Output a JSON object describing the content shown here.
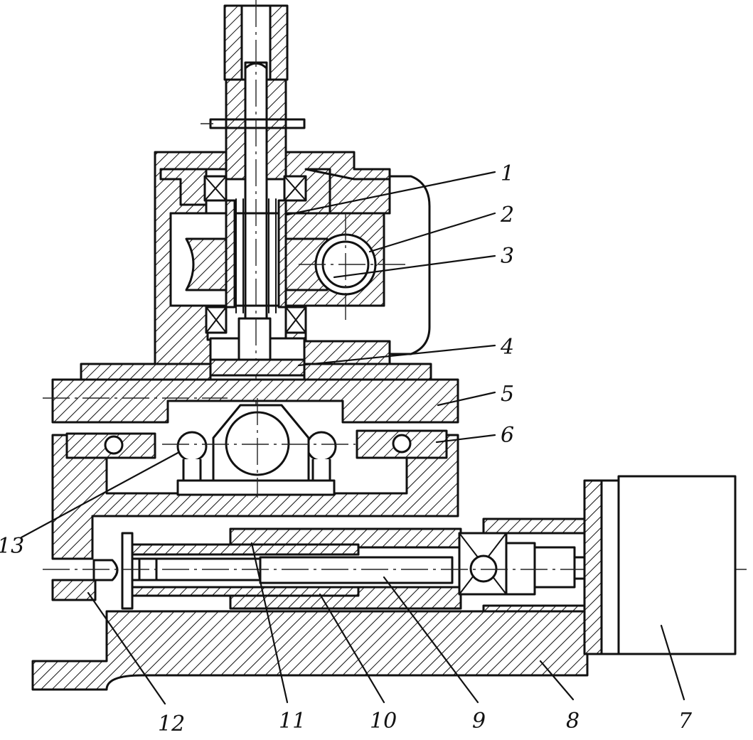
{
  "drawing": {
    "labels": [
      {
        "id": "label-1",
        "text": "1"
      },
      {
        "id": "label-2",
        "text": "2"
      },
      {
        "id": "label-3",
        "text": "3"
      },
      {
        "id": "label-4",
        "text": "4"
      },
      {
        "id": "label-5",
        "text": "5"
      },
      {
        "id": "label-6",
        "text": "6"
      },
      {
        "id": "label-7",
        "text": "7"
      },
      {
        "id": "label-8",
        "text": "8"
      },
      {
        "id": "label-9",
        "text": "9"
      },
      {
        "id": "label-10",
        "text": "10"
      },
      {
        "id": "label-11",
        "text": "11"
      },
      {
        "id": "label-12",
        "text": "12"
      },
      {
        "id": "label-13",
        "text": "13"
      }
    ]
  }
}
